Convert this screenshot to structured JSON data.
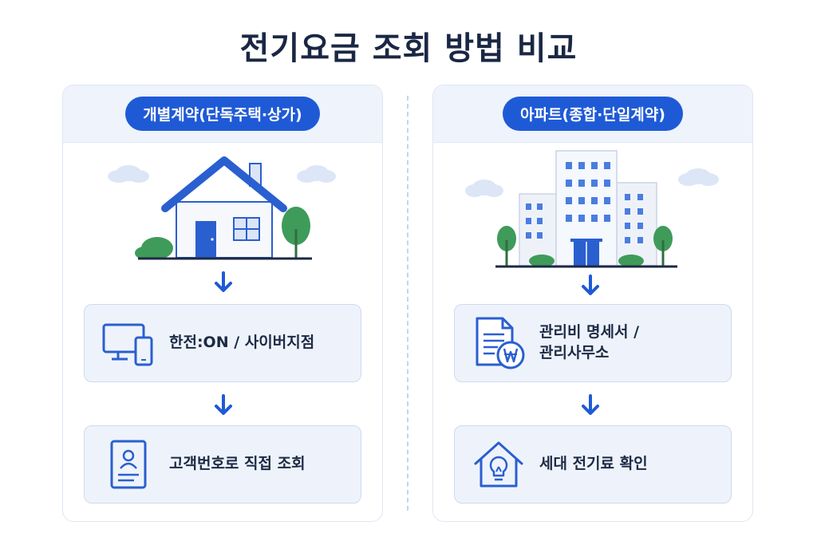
{
  "title": "전기요금 조회 방법 비교",
  "colors": {
    "accent": "#1f5ad6",
    "panel_header": "#eef3fc",
    "step_bg": "#eef3fb",
    "tree_green": "#3f9b5a",
    "title": "#1a2744"
  },
  "left": {
    "header": "개별계약(단독주택·상가)",
    "illustration": "house-illustration",
    "steps": [
      {
        "label": "한전:ON / 사이버지점",
        "icon": "monitor-phone-icon"
      },
      {
        "label": "고객번호로 직접 조회",
        "icon": "customer-card-icon"
      }
    ]
  },
  "right": {
    "header": "아파트(종합·단일계약)",
    "illustration": "apartment-illustration",
    "steps": [
      {
        "label_line1": "관리비 명세서 /",
        "label_line2": "관리사무소",
        "icon": "bill-document-icon"
      },
      {
        "label": "세대 전기료 확인",
        "icon": "house-bulb-icon"
      }
    ]
  }
}
